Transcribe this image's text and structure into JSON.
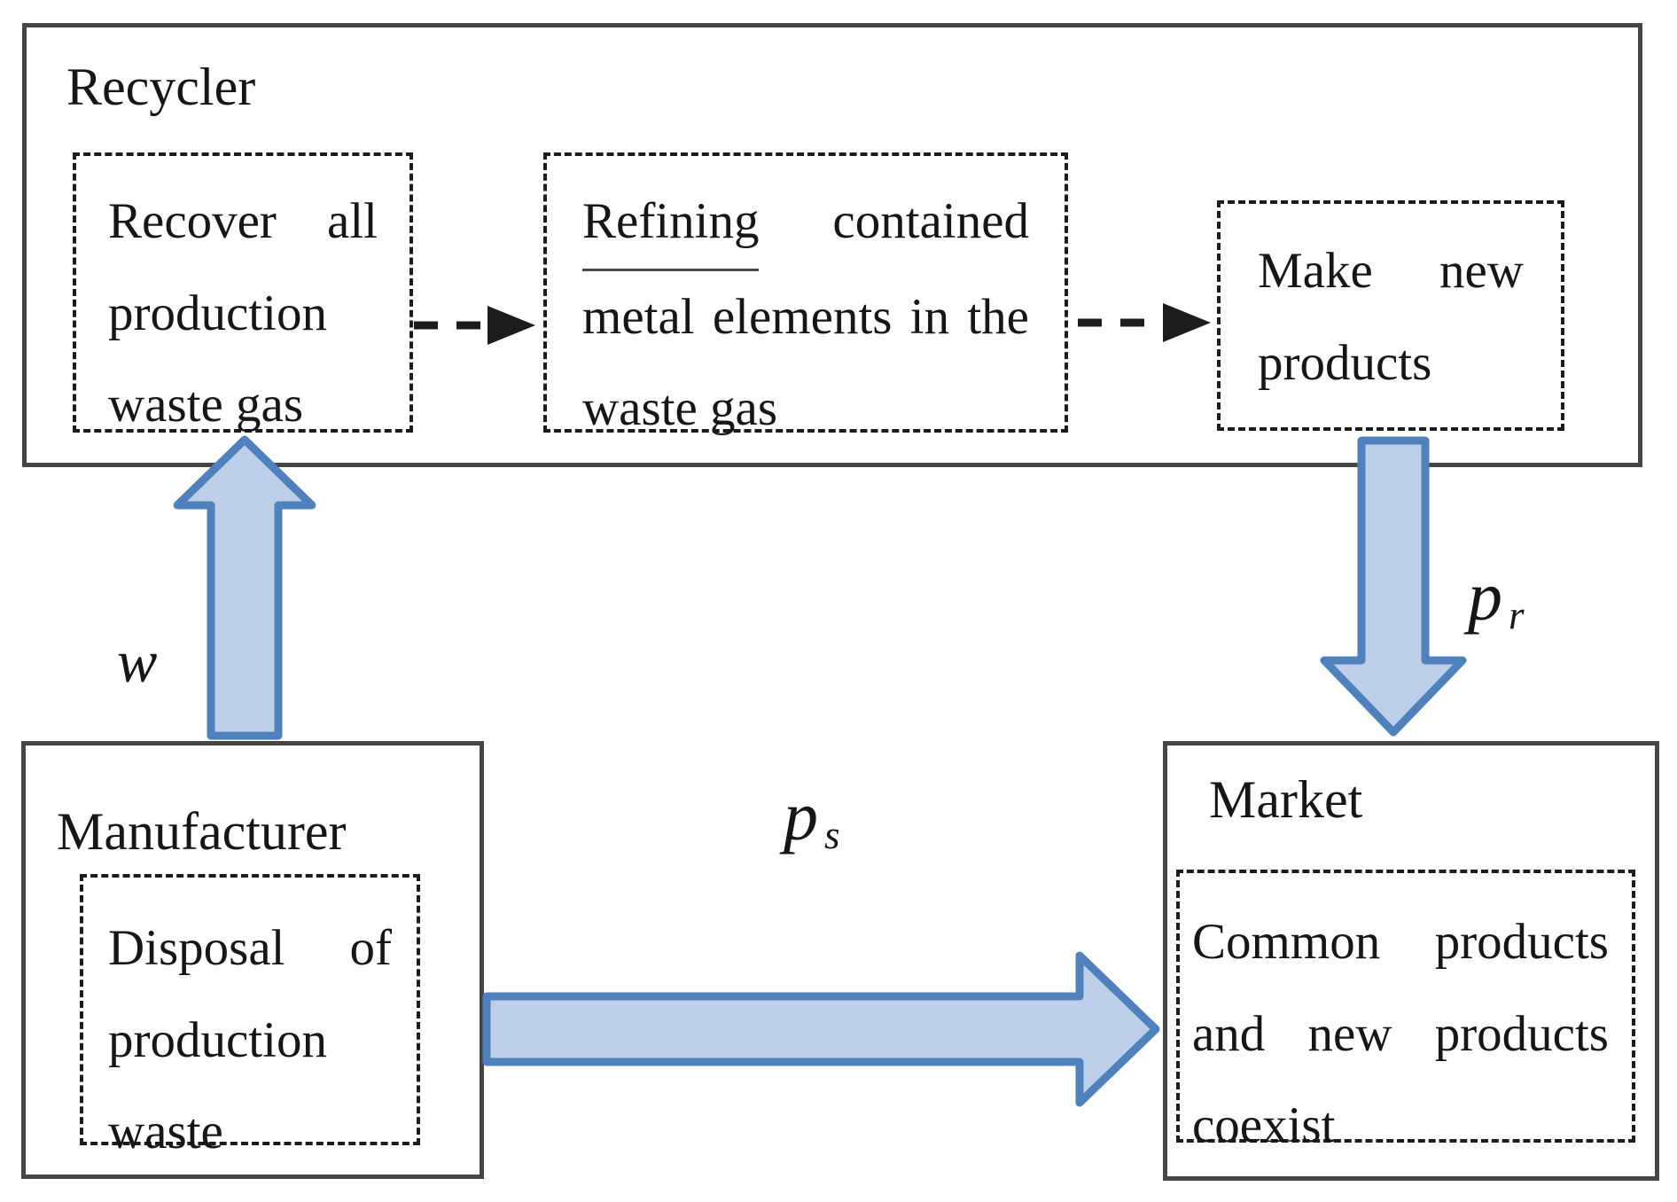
{
  "recycler": {
    "title": "Recycler",
    "steps": [
      {
        "name": "recover-step",
        "lines": [
          "Recover all",
          "production",
          "waste gas"
        ]
      },
      {
        "name": "refining-step",
        "lines": [
          "_Refining_ contained",
          "metal elements in the",
          "waste gas"
        ]
      },
      {
        "name": "make-step",
        "lines": [
          "Make new",
          "products"
        ]
      }
    ]
  },
  "manufacturer": {
    "title": "Manufacturer",
    "step_lines": [
      "Disposal of",
      "production",
      "waste"
    ]
  },
  "market": {
    "title": "Market",
    "step_lines": [
      "Common products",
      "and new products",
      "coexist"
    ]
  },
  "labels": {
    "w": {
      "main": "w"
    },
    "pr": {
      "main": "p",
      "sub": "r"
    },
    "ps": {
      "main": "p",
      "sub": "s"
    }
  },
  "colors": {
    "arrow_fill": "#bdcfe8",
    "arrow_stroke": "#4f81bd",
    "box_border": "#454545",
    "dash_color": "#1c1c1c",
    "text_color": "#161616"
  }
}
